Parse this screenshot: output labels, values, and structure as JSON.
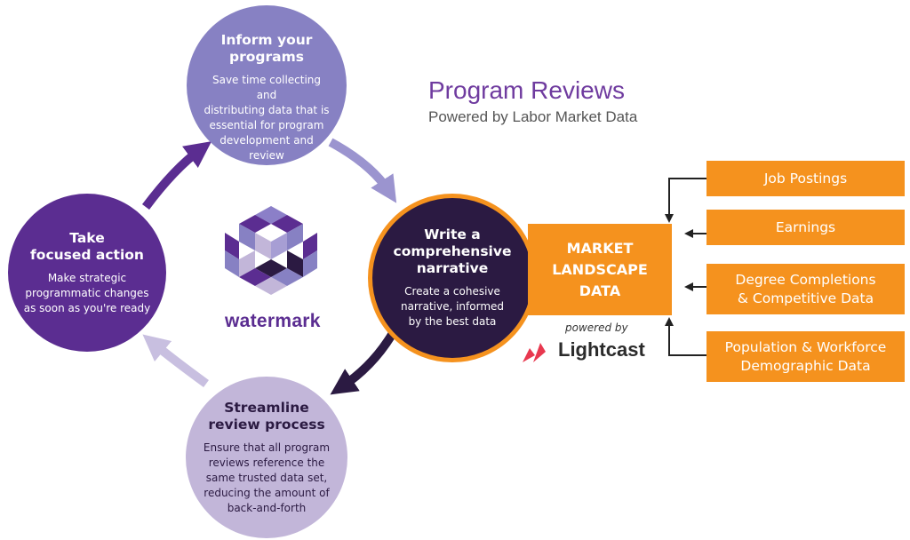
{
  "header": {
    "title": "Program Reviews",
    "subtitle": "Powered by Labor Market Data"
  },
  "cycle": [
    {
      "title_lines": [
        "Inform your",
        "programs"
      ],
      "body_lines": [
        "Save time collecting and",
        "distributing data that is",
        "essential for program",
        "development and review"
      ],
      "color": "#8781c3"
    },
    {
      "title_lines": [
        "Write a",
        "comprehensive",
        "narrative"
      ],
      "body_lines": [
        "Create a cohesive",
        "narrative, informed",
        "by the best data"
      ],
      "color": "#2b1a42"
    },
    {
      "title_lines": [
        "Streamline",
        "review process"
      ],
      "body_lines": [
        "Ensure that all program",
        "reviews reference the",
        "same trusted data set,",
        "reducing the amount of",
        "back-and-forth"
      ],
      "color": "#c2b6d9"
    },
    {
      "title_lines": [
        "Take",
        "focused action"
      ],
      "body_lines": [
        "Make strategic",
        "programmatic changes",
        "as soon as you're ready"
      ],
      "color": "#5b2d91"
    }
  ],
  "market": {
    "lines": [
      "MARKET",
      "LANDSCAPE",
      "DATA"
    ],
    "powered_by": "powered by",
    "provider": "Lightcast"
  },
  "sources": [
    {
      "lines": [
        "Job Postings"
      ]
    },
    {
      "lines": [
        "Earnings"
      ]
    },
    {
      "lines": [
        "Degree Completions",
        "& Competitive Data"
      ]
    },
    {
      "lines": [
        "Population & Workforce",
        "Demographic Data"
      ]
    }
  ],
  "logo": {
    "label": "watermark",
    "icon": "watermark-hexagon-logo-icon"
  },
  "colors": {
    "accent": "#f5921e",
    "purple": "#6f3b9f",
    "dark": "#2b1a42"
  }
}
